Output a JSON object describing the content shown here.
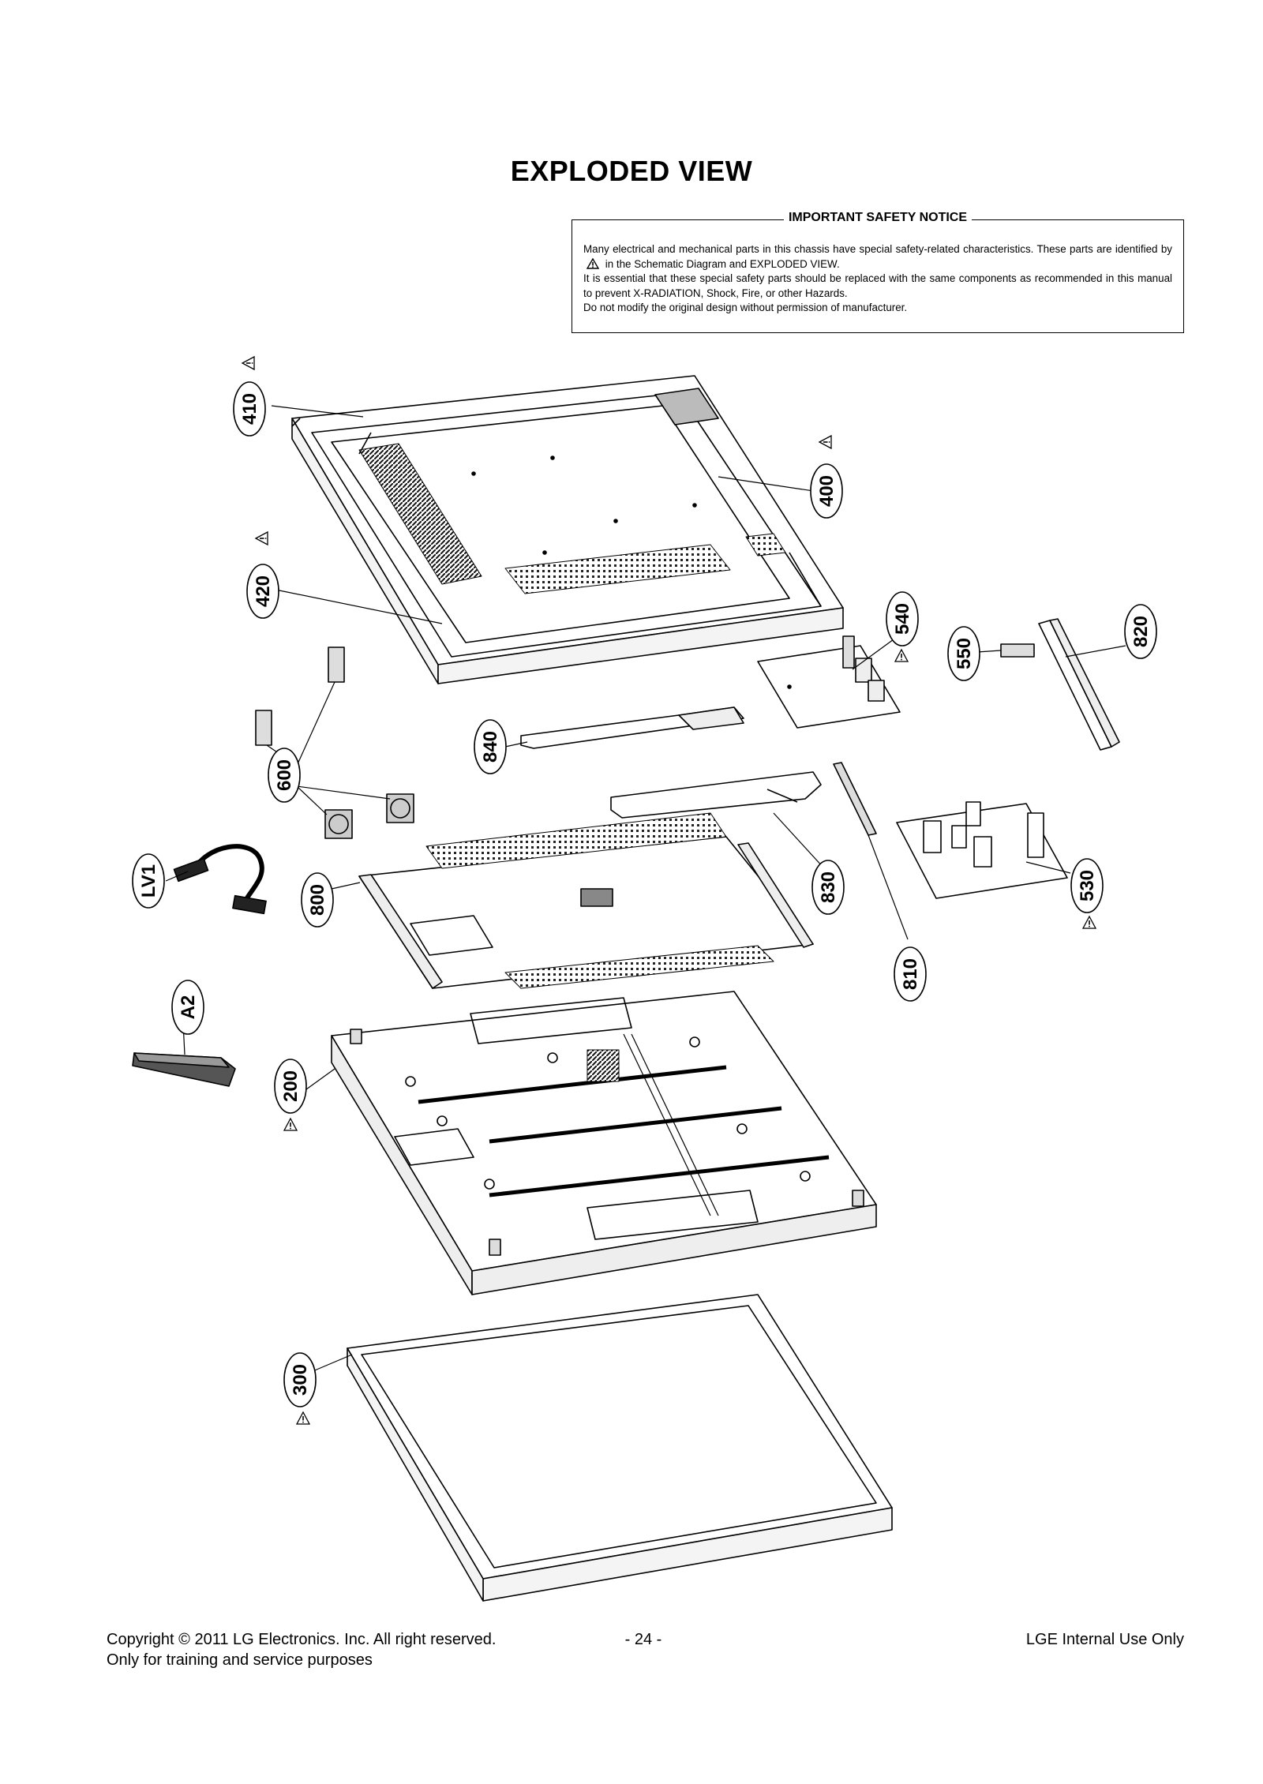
{
  "page": {
    "title": "EXPLODED VIEW"
  },
  "notice": {
    "heading": "IMPORTANT SAFETY NOTICE",
    "line1": "Many electrical and mechanical parts in this chassis have special safety-related characteristics. These parts are identified by",
    "line1_tail": "in the Schematic Diagram and EXPLODED VIEW.",
    "line2": "It is essential that these special safety parts should be replaced with the same components as recommended in this manual to prevent X-RADIATION, Shock, Fire, or other Hazards.",
    "line3": "Do not modify the original design without permission of manufacturer."
  },
  "callouts": {
    "c410": "410",
    "c400": "400",
    "c420": "420",
    "c540": "540",
    "c550": "550",
    "c820": "820",
    "c840": "840",
    "c600": "600",
    "cLV1": "LV1",
    "c800": "800",
    "c830": "830",
    "c530": "530",
    "c810": "810",
    "cA2": "A2",
    "c200": "200",
    "c300": "300"
  },
  "icons": {
    "warning": "warning-triangle-icon"
  },
  "footer": {
    "copyright": "Copyright  © 2011 LG Electronics. Inc. All right reserved.",
    "purpose": "Only for training and service purposes",
    "page_number": "- 24 -",
    "internal": "LGE Internal Use Only"
  }
}
